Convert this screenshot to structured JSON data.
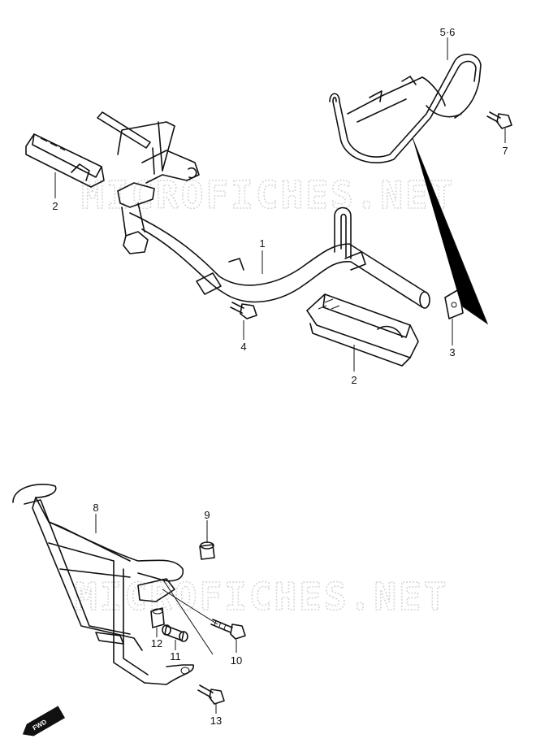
{
  "watermarks": [
    "MICROFICHES.NET",
    "MICROFICHES.NET"
  ],
  "fwd_label": "FWD",
  "callouts": [
    {
      "id": "c1",
      "text": "1"
    },
    {
      "id": "c2a",
      "text": "2"
    },
    {
      "id": "c2b",
      "text": "2"
    },
    {
      "id": "c3",
      "text": "3"
    },
    {
      "id": "c4",
      "text": "4"
    },
    {
      "id": "c56",
      "text": "5·6"
    },
    {
      "id": "c7",
      "text": "7"
    },
    {
      "id": "c8",
      "text": "8"
    },
    {
      "id": "c9",
      "text": "9"
    },
    {
      "id": "c10",
      "text": "10"
    },
    {
      "id": "c11",
      "text": "11"
    },
    {
      "id": "c12",
      "text": "12"
    },
    {
      "id": "c13",
      "text": "13"
    }
  ]
}
